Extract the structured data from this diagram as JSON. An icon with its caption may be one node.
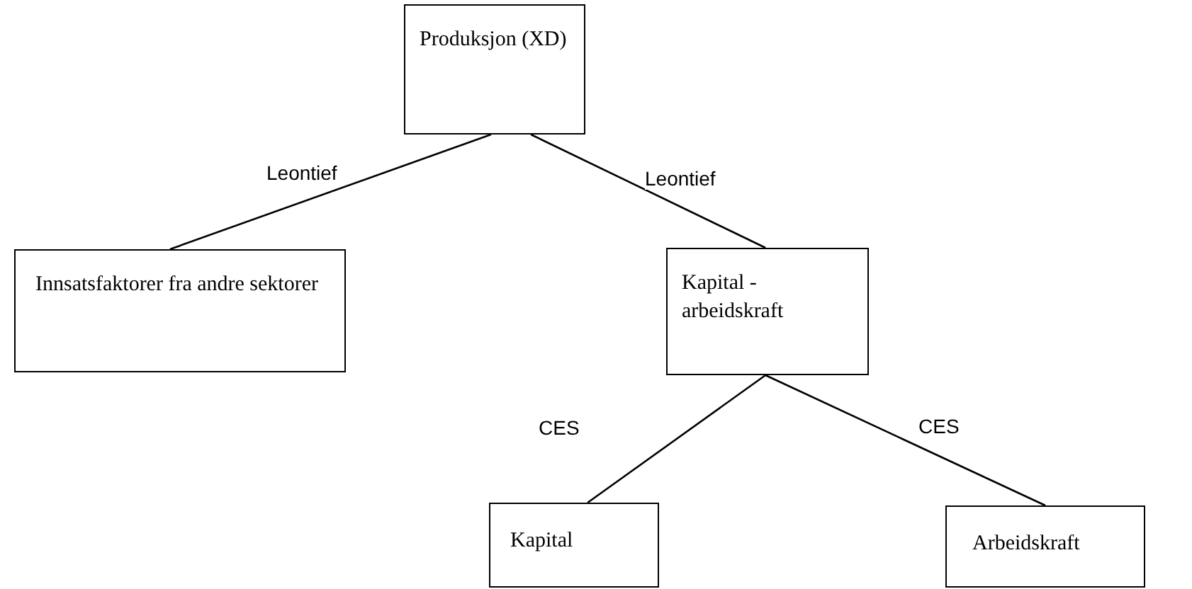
{
  "diagram": {
    "nodes": [
      {
        "text": [
          "Produksjon (XD)"
        ]
      },
      {
        "text": [
          "Innsatsfaktorer fra andre sektorer"
        ]
      },
      {
        "text": [
          "Kapital - arbeidskraft"
        ]
      },
      {
        "text": [
          "Kapital"
        ]
      },
      {
        "text": [
          "Arbeidskraft"
        ]
      }
    ],
    "edges": [
      {
        "from": 0,
        "to": 1,
        "arrow": "none",
        "label": "Leontief"
      },
      {
        "from": 0,
        "to": 2,
        "arrow": "none",
        "label": "Leontief"
      },
      {
        "from": 2,
        "to": 3,
        "arrow": "none",
        "label": "CES"
      },
      {
        "from": 2,
        "to": 4,
        "arrow": "none",
        "label": "CES"
      }
    ]
  }
}
